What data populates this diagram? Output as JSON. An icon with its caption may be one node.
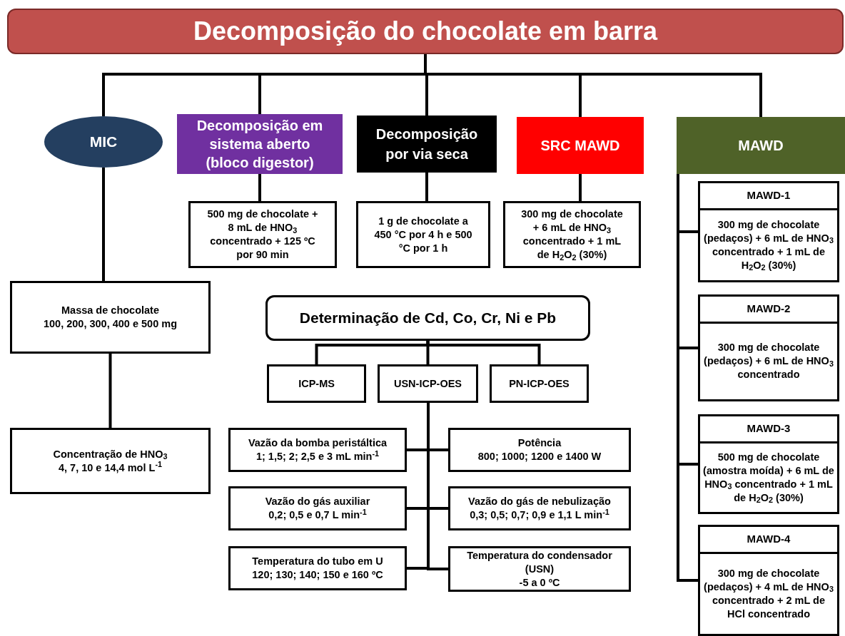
{
  "diagram": {
    "nodes": [
      {
        "text": [
          "Decomposição do chocolate em barra"
        ]
      },
      {
        "text": [
          "MIC"
        ]
      },
      {
        "text": [
          "Decomposição em sistema aberto (bloco digestor)"
        ]
      },
      {
        "text": [
          "Decomposição por via seca"
        ]
      },
      {
        "text": [
          "SRC MAWD"
        ]
      },
      {
        "text": [
          "MAWD"
        ]
      },
      {
        "text": [
          "500 mg de chocolate + 8 mL de HNO$_{3}$ concentrado + 125 ºC por 90 min"
        ]
      },
      {
        "text": [
          "1 g de chocolate a 450 °C por 4 h e 500 °C por 1 h"
        ]
      },
      {
        "text": [
          "300 mg de chocolate + 6 mL de HNO$_{3}$ concentrado + 1 mL de H$_{2}$O$_{2}$ (30%)"
        ]
      },
      {
        "text": [
          "Massa de chocolate",
          "100, 200, 300, 400 e 500 mg"
        ]
      },
      {
        "text": [
          "Concentração de HNO$_{3}$",
          "4, 7, 10 e 14,4 mol L$^{-1}$"
        ]
      },
      {
        "text": [
          "MAWD-1",
          "300 mg de chocolate (pedaços) + 6 mL de HNO$_{3}$ concentrado + 1 mL de H$_{2}$O$_{2}$ (30%)"
        ]
      },
      {
        "text": [
          "MAWD-2",
          "300 mg de chocolate (pedaços) + 6 mL de HNO$_{3}$ concentrado"
        ]
      },
      {
        "text": [
          "MAWD-3",
          "500 mg de chocolate (amostra moída) + 6 mL de HNO$_{3}$ concentrado + 1 mL de H$_{2}$O$_{2}$ (30%)"
        ]
      },
      {
        "text": [
          "MAWD-4",
          "300 mg de chocolate (pedaços) + 4 mL de HNO$_{3}$ concentrado + 2 mL de HCl concentrado"
        ]
      },
      {
        "text": [
          "Determinação de Cd, Co, Cr, Ni e Pb"
        ]
      },
      {
        "text": [
          "ICP-MS"
        ]
      },
      {
        "text": [
          "USN-ICP-OES"
        ]
      },
      {
        "text": [
          "PN-ICP-OES"
        ]
      },
      {
        "text": [
          "Vazão da bomba peristáltica",
          "1; 1,5; 2; 2,5 e 3 mL min$^{-1}$"
        ]
      },
      {
        "text": [
          "Potência",
          "800; 1000; 1200 e 1400 W"
        ]
      },
      {
        "text": [
          "Vazão do gás auxiliar",
          "0,2; 0,5 e 0,7 L min$^{-1}$"
        ]
      },
      {
        "text": [
          "Vazão do gás de nebulização",
          "0,3; 0,5; 0,7; 0,9 e 1,1 L min$^{-1}$"
        ]
      },
      {
        "text": [
          "Temperatura do tubo em U",
          "120; 130; 140; 150 e 160 ºC"
        ]
      },
      {
        "text": [
          "Temperatura do condensador (USN)",
          "-5 a 0 ºC"
        ]
      }
    ],
    "edges": [
      {
        "from": 0,
        "to": 1,
        "arrow": "none"
      },
      {
        "from": 0,
        "to": 2,
        "arrow": "none"
      },
      {
        "from": 0,
        "to": 3,
        "arrow": "none"
      },
      {
        "from": 0,
        "to": 4,
        "arrow": "none"
      },
      {
        "from": 0,
        "to": 5,
        "arrow": "none"
      },
      {
        "from": 1,
        "to": 9,
        "arrow": "none"
      },
      {
        "from": 9,
        "to": 10,
        "arrow": "none"
      },
      {
        "from": 2,
        "to": 6,
        "arrow": "none"
      },
      {
        "from": 3,
        "to": 7,
        "arrow": "none"
      },
      {
        "from": 4,
        "to": 8,
        "arrow": "none"
      },
      {
        "from": 5,
        "to": 11,
        "arrow": "none"
      },
      {
        "from": 5,
        "to": 12,
        "arrow": "none"
      },
      {
        "from": 5,
        "to": 13,
        "arrow": "none"
      },
      {
        "from": 5,
        "to": 14,
        "arrow": "none"
      },
      {
        "from": 15,
        "to": 16,
        "arrow": "none"
      },
      {
        "from": 15,
        "to": 17,
        "arrow": "none"
      },
      {
        "from": 15,
        "to": 18,
        "arrow": "none"
      },
      {
        "from": 17,
        "to": 19,
        "arrow": "none"
      },
      {
        "from": 17,
        "to": 20,
        "arrow": "none"
      },
      {
        "from": 17,
        "to": 21,
        "arrow": "none"
      },
      {
        "from": 17,
        "to": 22,
        "arrow": "none"
      },
      {
        "from": 17,
        "to": 23,
        "arrow": "none"
      },
      {
        "from": 17,
        "to": 24,
        "arrow": "none"
      }
    ]
  }
}
